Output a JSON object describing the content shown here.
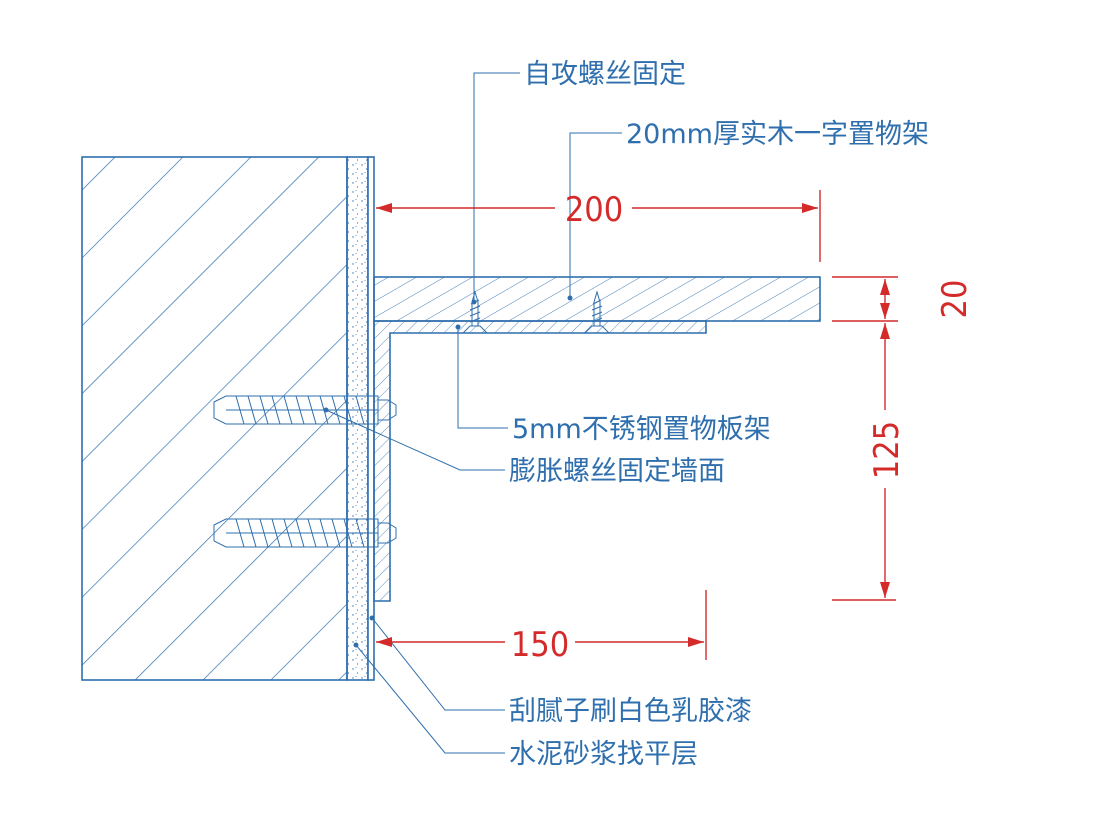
{
  "colors": {
    "linework": "#2f6fae",
    "dimension": "#d42a2a"
  },
  "labels": {
    "self_tapping_screw": "自攻螺丝固定",
    "wood_shelf": "20mm厚实木一字置物架",
    "steel_bracket": "5mm不锈钢置物板架",
    "expansion_bolt": "膨胀螺丝固定墙面",
    "paint_layer": "刮腻子刷白色乳胶漆",
    "mortar_layer": "水泥砂浆找平层"
  },
  "dimensions": {
    "shelf_depth": "200",
    "shelf_thickness": "20",
    "bracket_height": "125",
    "bracket_depth": "150"
  }
}
